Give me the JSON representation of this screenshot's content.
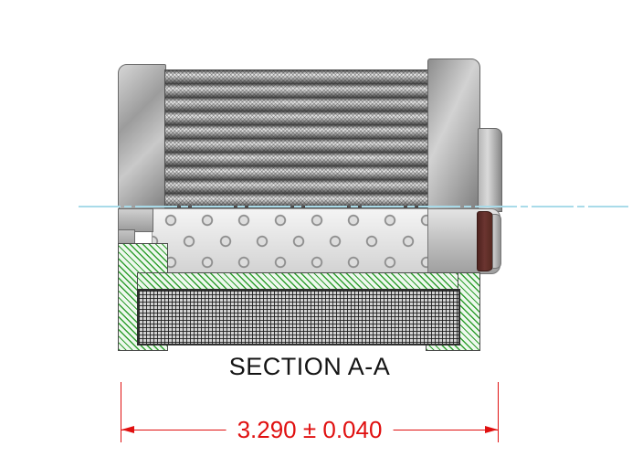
{
  "drawing": {
    "section_label": "SECTION A-A",
    "dimension_text": "3.290 ± 0.040",
    "dimension_value": "3.290",
    "dimension_tolerance": "0.040",
    "colors": {
      "dimension_red": "#e01010",
      "centerline_blue": "#a9dbe9",
      "hatch_green": "#2f9e2f",
      "oring_maroon": "#6b3430",
      "metal_gray": "#a8a8a8"
    },
    "parts": [
      {
        "name": "left-end-cap"
      },
      {
        "name": "pleated-filter-media"
      },
      {
        "name": "right-end-cap"
      },
      {
        "name": "outlet-fitting"
      },
      {
        "name": "perforated-core-tube"
      },
      {
        "name": "o-ring-seal"
      },
      {
        "name": "outer-mesh-screen"
      },
      {
        "name": "section-hatching"
      }
    ]
  }
}
